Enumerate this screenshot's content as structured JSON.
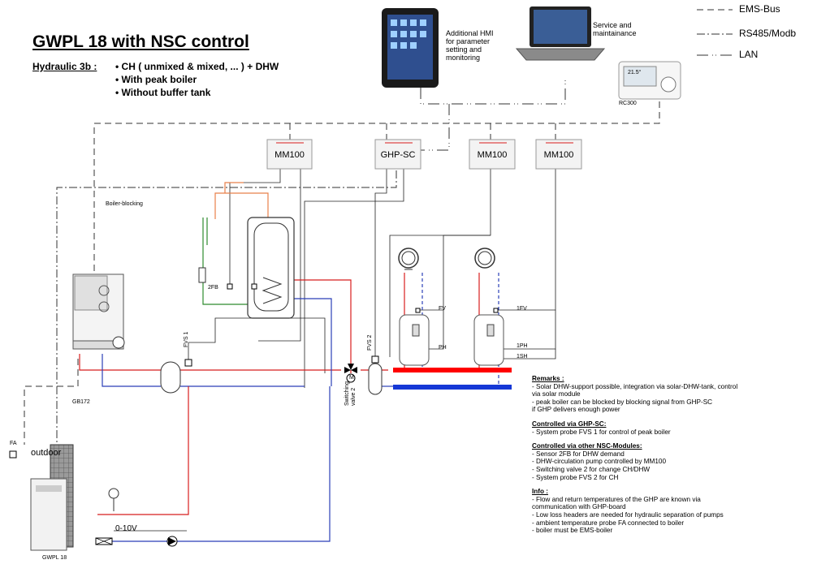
{
  "header": {
    "title": "GWPL 18 with NSC control",
    "hydraulic_label": "Hydraulic 3b :",
    "hydraulic_items": [
      "• CH ( unmixed & mixed, ... ) + DHW",
      "• With peak boiler",
      "• Without buffer tank"
    ]
  },
  "legend": {
    "ems_bus": "EMS-Bus",
    "rs485": "RS485/Modb",
    "lan": "LAN"
  },
  "devices": {
    "tablet_label": [
      "Additional HMI",
      "for parameter",
      "setting and",
      "monitoring"
    ],
    "laptop_label": [
      "Service and",
      "maintainance"
    ],
    "rc300_label": "RC300",
    "thermostat_display": "21.5°"
  },
  "modules": {
    "mm100_a": "MM100",
    "ghp_sc": "GHP-SC",
    "mm100_b": "MM100",
    "mm100_c": "MM100"
  },
  "labels": {
    "boiler_blocking": "Boiler-blocking",
    "fb2": "2FB",
    "fvs1": "FVS 1",
    "fvs2": "FVS 2",
    "gb172": "GB172",
    "switching_valve": [
      "Switching",
      "valve 2"
    ],
    "fa": "FA",
    "outdoor": "outdoor",
    "gwpl": "GWPL 18",
    "signal": "0-10V",
    "fv": "FV",
    "ph": "PH",
    "fv1": "1FV",
    "ph1": "1PH",
    "sh1": "1SH",
    "valve_m": "M"
  },
  "remarks": {
    "sections": [
      {
        "heading": "Remarks :",
        "lines": [
          "- Solar DHW-support possible, integration via solar-DHW-tank, control",
          "via solar module",
          "- peak boiler can be blocked by blocking signal from GHP-SC",
          "if GHP delivers enough power"
        ]
      },
      {
        "heading": "Controlled via GHP-SC:",
        "lines": [
          "- System probe FVS 1 for control of peak boiler"
        ]
      },
      {
        "heading": "Controlled via other NSC-Modules:",
        "lines": [
          "- Sensor 2FB for DHW demand",
          "- DHW-circulation pump controlled by MM100",
          "- Switching valve 2 for change CH/DHW",
          "- System probe FVS 2 for CH"
        ]
      },
      {
        "heading": "Info :",
        "lines": [
          "- Flow and return temperatures of the GHP are known via",
          "communication with GHP-board",
          "- Low loss headers are needed for hydraulic separation of pumps",
          "- ambient temperature probe FA connected to boiler",
          "- boiler must be EMS-boiler"
        ]
      }
    ]
  },
  "colors": {
    "flow": "#d81e1e",
    "return": "#2b3fb8",
    "dhw": "#2e8b2e",
    "hot_water": "#e8804a",
    "header_flow": "#ff0000",
    "header_return": "#1538d6"
  }
}
